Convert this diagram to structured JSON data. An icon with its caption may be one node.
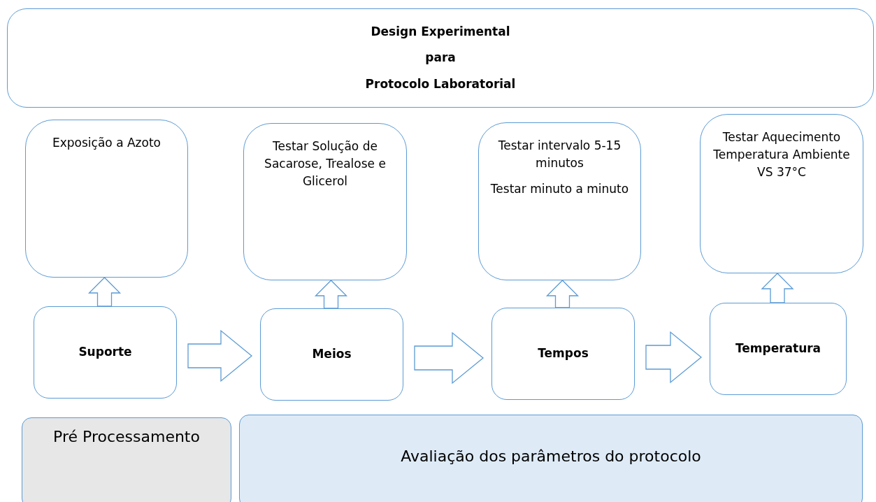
{
  "diagram": {
    "nodes": [
      {
        "text": [
          "Design Experimental",
          "para",
          "Protocolo Laboratorial"
        ]
      },
      {
        "text": [
          "Exposição a Azoto"
        ]
      },
      {
        "text": [
          "Testar Solução de Sacarose, Trealose e Glicerol"
        ]
      },
      {
        "text": [
          "Testar intervalo 5-15 minutos",
          "Testar minuto a minuto"
        ]
      },
      {
        "text": [
          "Testar Aquecimento Temperatura Ambiente VS 37°C"
        ]
      },
      {
        "text": [
          "Suporte"
        ]
      },
      {
        "text": [
          "Meios"
        ]
      },
      {
        "text": [
          "Tempos"
        ]
      },
      {
        "text": [
          "Temperatura"
        ]
      },
      {
        "text": [
          "Pré Processamento"
        ]
      },
      {
        "text": [
          "Avaliação dos parâmetros do protocolo"
        ]
      }
    ],
    "edges": [
      {
        "from": 5,
        "to": 1,
        "arrow": "to"
      },
      {
        "from": 6,
        "to": 2,
        "arrow": "to"
      },
      {
        "from": 7,
        "to": 3,
        "arrow": "to"
      },
      {
        "from": 8,
        "to": 4,
        "arrow": "to"
      },
      {
        "from": 5,
        "to": 6,
        "arrow": "to"
      },
      {
        "from": 6,
        "to": 7,
        "arrow": "to"
      },
      {
        "from": 7,
        "to": 8,
        "arrow": "to"
      }
    ]
  }
}
